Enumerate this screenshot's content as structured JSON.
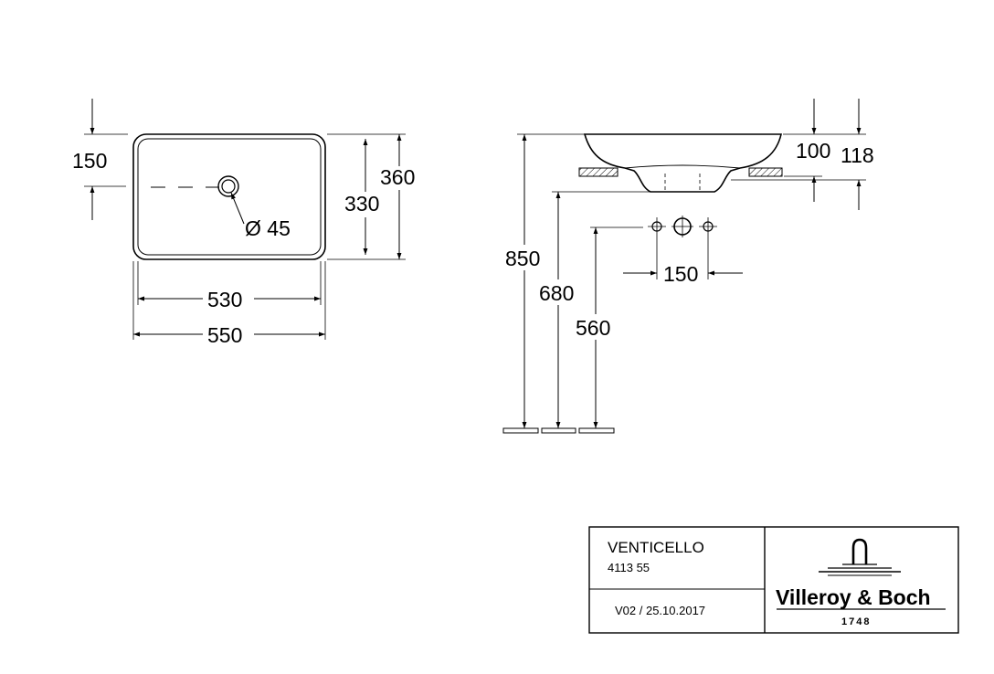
{
  "dimensions": {
    "top_tap_offset": "150",
    "top_inner_depth": "330",
    "top_outer_depth": "360",
    "top_inner_width": "530",
    "top_outer_width": "550",
    "tap_hole": "Ø 45",
    "side_inner_height": "100",
    "side_outer_height": "118",
    "mount_height": "850",
    "trap_height": "680",
    "supply_height": "560",
    "supply_spacing": "150"
  },
  "title_block": {
    "product_name": "VENTICELLO",
    "article_number": "4113 55",
    "version": "V02 / 25.10.2017",
    "brand_name": "Villeroy & Boch",
    "brand_year": "1748"
  }
}
